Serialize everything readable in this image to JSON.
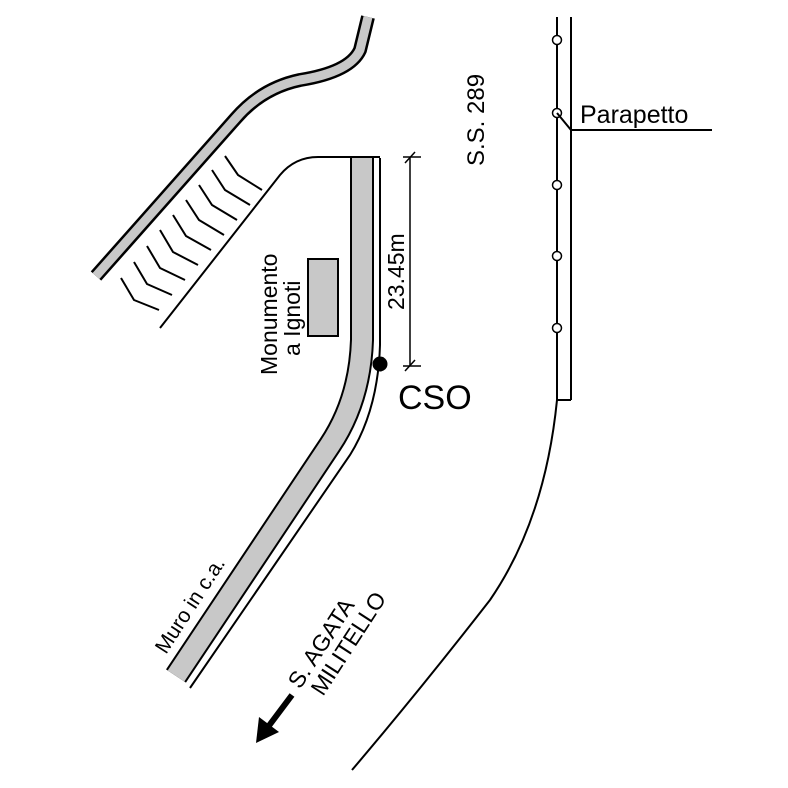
{
  "labels": {
    "road": "S.S. 289",
    "parapet": "Parapetto",
    "monument_line1": "Monumento",
    "monument_line2": "a Ignoti",
    "distance": "23.45m",
    "point": "CSO",
    "wall": "Muro in c.a.",
    "direction_line1": "S. AGATA",
    "direction_line2": "MILITELLO"
  },
  "colors": {
    "ink": "#000000",
    "wall_fill": "#c8c8c8",
    "background": "#ffffff"
  },
  "icons": {
    "point_marker": "filled-circle",
    "direction": "arrow-down-left"
  }
}
